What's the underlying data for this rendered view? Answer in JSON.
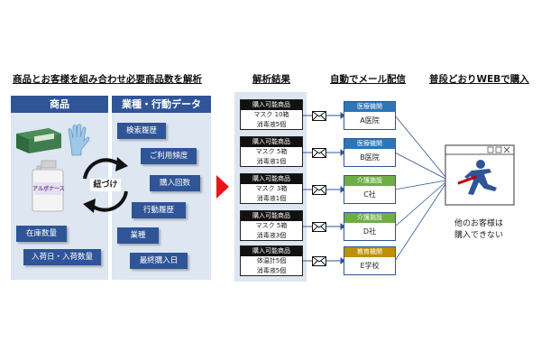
{
  "headings": {
    "left": "商品とお客様を組み合わせ必要商品数を解析",
    "results": "解析結果",
    "mail": "自動でメール配信",
    "web": "普段どおりWEBで購入"
  },
  "products_panel": {
    "title": "商品",
    "bottle_label": "アルボナース",
    "items": [
      "在庫数量",
      "入荷日・入荷数量"
    ]
  },
  "business_panel": {
    "title": "業種・行動データ",
    "items": [
      "検索履歴",
      "ご利用頻度",
      "購入回数",
      "行動履歴",
      "業種",
      "最終購入日"
    ]
  },
  "cycle_label": "紐づけ",
  "results": [
    {
      "header": "購入可能商品",
      "lines": [
        "マスク 10箱",
        "消毒液5個"
      ]
    },
    {
      "header": "購入可能商品",
      "lines": [
        "マスク 5箱",
        "消毒液1個"
      ]
    },
    {
      "header": "購入可能商品",
      "lines": [
        "マスク 3箱",
        "消毒液1個"
      ]
    },
    {
      "header": "購入可能商品",
      "lines": [
        "マスク 5箱",
        "消毒液3個"
      ]
    },
    {
      "header": "購入可能商品",
      "lines": [
        "体温計5個",
        "消毒液5個"
      ]
    }
  ],
  "destinations": [
    {
      "category": "医療機関",
      "name": "A医院",
      "color": "#2e75b6"
    },
    {
      "category": "医療機関",
      "name": "B医院",
      "color": "#2e75b6"
    },
    {
      "category": "介護施設",
      "name": "C社",
      "color": "#70ad47"
    },
    {
      "category": "介護施設",
      "name": "D社",
      "color": "#70ad47"
    },
    {
      "category": "教育機関",
      "name": "E学校",
      "color": "#bf9000"
    }
  ],
  "web_note": [
    "他のお客様は",
    "購入できない"
  ],
  "colors": {
    "panel_bg": "#dde6f1",
    "dark_blue": "#2f5597",
    "arrow_red": "#e8141b"
  }
}
